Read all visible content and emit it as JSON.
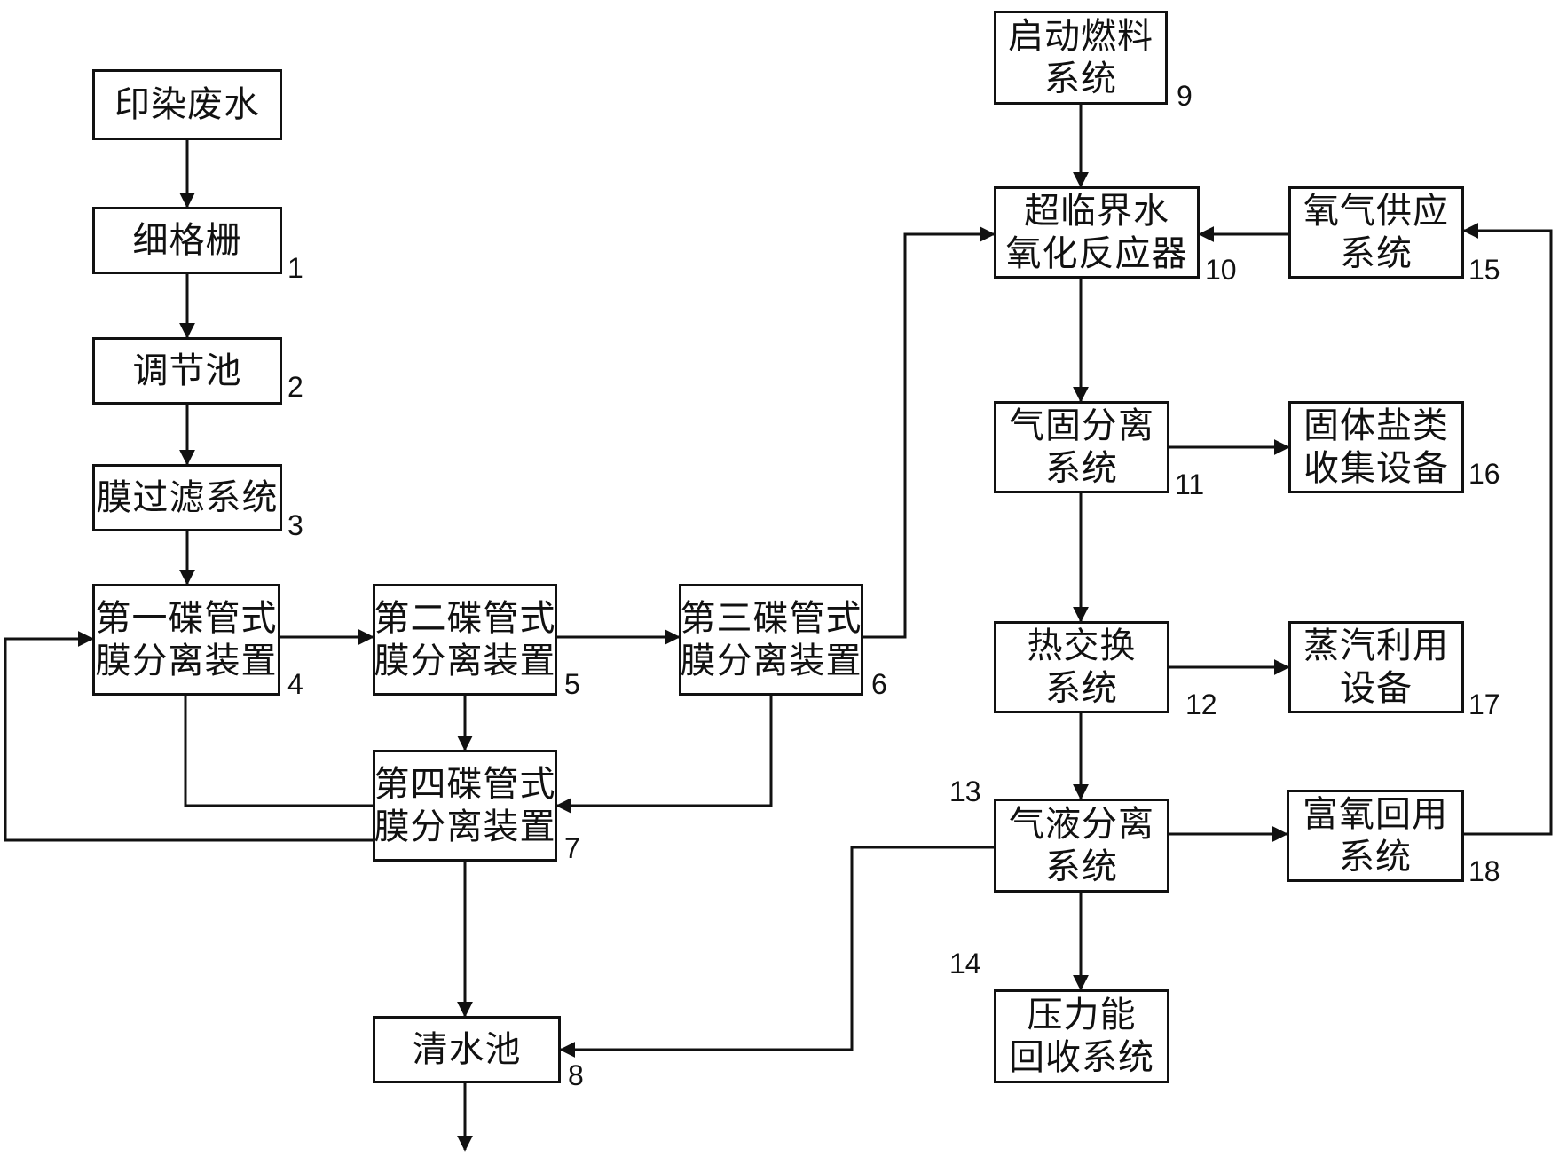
{
  "nodes": {
    "n0": {
      "lines": [
        "印染废水"
      ]
    },
    "n1": {
      "lines": [
        "细格栅"
      ],
      "num": "1"
    },
    "n2": {
      "lines": [
        "调节池"
      ],
      "num": "2"
    },
    "n3": {
      "lines": [
        "膜过滤系统"
      ],
      "num": "3"
    },
    "n4": {
      "lines": [
        "第一碟管式",
        "膜分离装置"
      ],
      "num": "4"
    },
    "n5": {
      "lines": [
        "第二碟管式",
        "膜分离装置"
      ],
      "num": "5"
    },
    "n6": {
      "lines": [
        "第三碟管式",
        "膜分离装置"
      ],
      "num": "6"
    },
    "n7": {
      "lines": [
        "第四碟管式",
        "膜分离装置"
      ],
      "num": "7"
    },
    "n8": {
      "lines": [
        "清水池"
      ],
      "num": "8"
    },
    "n9": {
      "lines": [
        "启动燃料",
        "系统"
      ],
      "num": "9"
    },
    "n10": {
      "lines": [
        "超临界水",
        "氧化反应器"
      ],
      "num": "10"
    },
    "n11": {
      "lines": [
        "气固分离",
        "系统"
      ],
      "num": "11"
    },
    "n12": {
      "lines": [
        "热交换",
        "系统"
      ],
      "num": "12"
    },
    "n13": {
      "lines": [
        "气液分离",
        "系统"
      ],
      "num": "13"
    },
    "n14": {
      "lines": [
        "压力能",
        "回收系统"
      ],
      "num": "14"
    },
    "n15": {
      "lines": [
        "氧气供应",
        "系统"
      ],
      "num": "15"
    },
    "n16": {
      "lines": [
        "固体盐类",
        "收集设备"
      ],
      "num": "16"
    },
    "n17": {
      "lines": [
        "蒸汽利用",
        "设备"
      ],
      "num": "17"
    },
    "n18": {
      "lines": [
        "富氧回用",
        "系统"
      ],
      "num": "18"
    }
  },
  "colors": {
    "stroke": "#111111",
    "background": "#ffffff"
  }
}
